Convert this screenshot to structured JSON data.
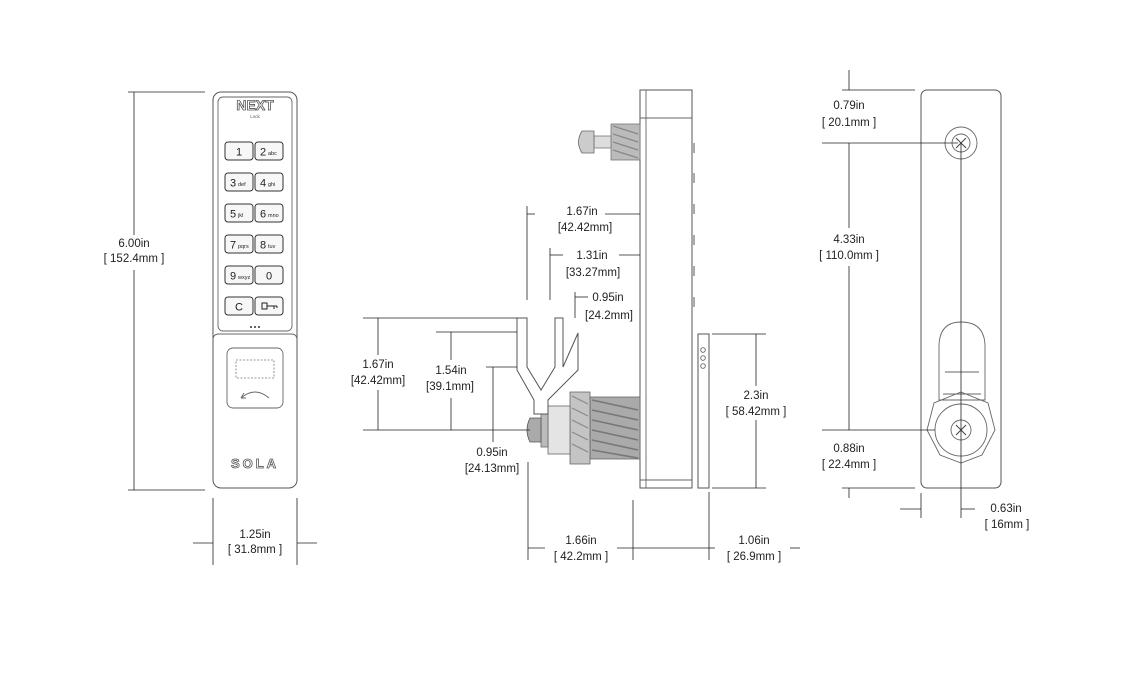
{
  "front_view": {
    "brand_logo": "NEXT",
    "brand_tagline": "Lock",
    "bottom_logo": "SOLA",
    "keys": [
      {
        "main": "1",
        "sub": ""
      },
      {
        "main": "2",
        "sub": "abc"
      },
      {
        "main": "3",
        "sub": "def"
      },
      {
        "main": "4",
        "sub": "ghi"
      },
      {
        "main": "5",
        "sub": "jkl"
      },
      {
        "main": "6",
        "sub": "mno"
      },
      {
        "main": "7",
        "sub": "pqrs"
      },
      {
        "main": "8",
        "sub": "tuv"
      },
      {
        "main": "9",
        "sub": "wxyz"
      },
      {
        "main": "0",
        "sub": ""
      },
      {
        "main": "C",
        "sub": ""
      },
      {
        "main": "",
        "sub": "",
        "icon": "key-icon"
      }
    ],
    "height_in": "6.00in",
    "height_mm": "[ 152.4mm ]",
    "width_in": "1.25in",
    "width_mm": "[ 31.8mm ]"
  },
  "side_view": {
    "d1_in": "1.67in",
    "d1_mm": "[42.42mm]",
    "d2_in": "1.31in",
    "d2_mm": "[33.27mm]",
    "d3_in": "0.95in",
    "d3_mm": "[24.2mm]",
    "d4_in": "1.67in",
    "d4_mm": "[42.42mm]",
    "d5_in": "1.54in",
    "d5_mm": "[39.1mm]",
    "d6_in": "0.95in",
    "d6_mm": "[24.13mm]",
    "d7_in": "2.3in",
    "d7_mm": "[ 58.42mm ]",
    "d8_in": "1.66in",
    "d8_mm": "[ 42.2mm ]",
    "d9_in": "1.06in",
    "d9_mm": "[ 26.9mm ]"
  },
  "back_view": {
    "d1_in": "0.79in",
    "d1_mm": "[ 20.1mm ]",
    "d2_in": "4.33in",
    "d2_mm": "[ 110.0mm ]",
    "d3_in": "0.88in",
    "d3_mm": "[ 22.4mm ]",
    "d4_in": "0.63in",
    "d4_mm": "[ 16mm ]"
  }
}
